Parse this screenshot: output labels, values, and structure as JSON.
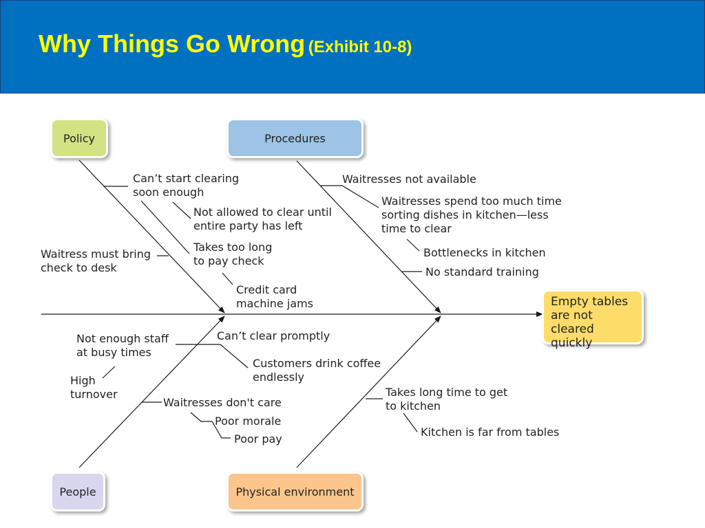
{
  "header": {
    "title": "Why Things Go Wrong",
    "subtitle": "(Exhibit 10-8)"
  },
  "effect": "Empty tables\nare not cleared\nquickly",
  "categories": {
    "policy": {
      "label": "Policy",
      "color": "#d3e283"
    },
    "procedures": {
      "label": "Procedures",
      "color": "#9dc3e6"
    },
    "people": {
      "label": "People",
      "color": "#d9d7ee"
    },
    "physical": {
      "label": "Physical environment",
      "color": "#fbc58c"
    }
  },
  "effect_color": "#fddc6a",
  "causes": {
    "cant_start_clearing": "Can’t start clearing\nsoon enough",
    "not_allowed_clear": "Not allowed to clear until\nentire party has left",
    "waitress_check_desk": "Waitress must bring\ncheck to desk",
    "takes_too_long_pay": "Takes too long\nto pay check",
    "credit_card_jams": "Credit card\nmachine jams",
    "waitresses_not_available": "Waitresses not available",
    "waitresses_sorting": "Waitresses spend too much time\nsorting dishes in kitchen—less\ntime to clear",
    "bottlenecks": "Bottlenecks in kitchen",
    "no_training": "No standard training",
    "not_enough_staff": "Not enough staff\nat busy times",
    "high_turnover": "High\nturnover",
    "cant_clear_promptly": "Can’t clear promptly",
    "customers_coffee": "Customers drink coffee\nendlessly",
    "waitresses_dont_care": "Waitresses don't care",
    "poor_morale": "Poor morale",
    "poor_pay": "Poor pay",
    "takes_long_kitchen": "Takes long time to get\nto kitchen",
    "kitchen_far": "Kitchen is far from tables"
  }
}
